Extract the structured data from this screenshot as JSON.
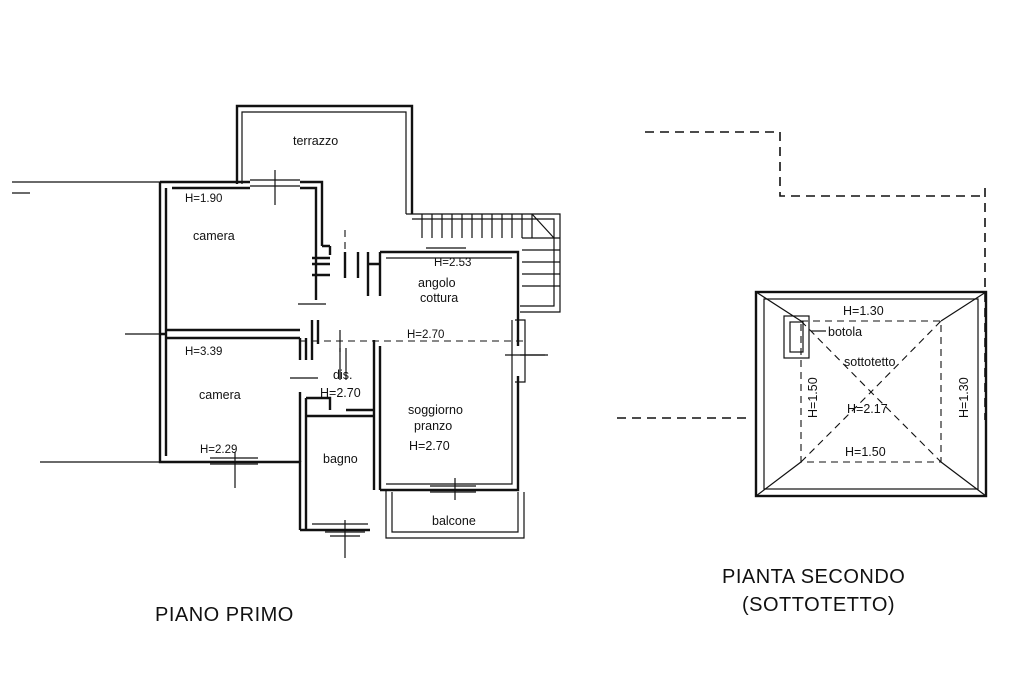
{
  "plan_left": {
    "title": "PIANO PRIMO",
    "rooms": {
      "terrazzo": "terrazzo",
      "camera_top": "camera",
      "camera_bottom": "camera",
      "angolo": "angolo",
      "cottura": "cottura",
      "dis": "dis.",
      "soggiorno": "soggiorno",
      "pranzo": "pranzo",
      "bagno": "bagno",
      "balcone": "balcone"
    },
    "heights": {
      "h_camera_top": "H=1.90",
      "h_angolo": "H=2.53",
      "h_central": "H=2.70",
      "h_camera_bottom": "H=3.39",
      "h_dis": "H=2.70",
      "h_soggiorno": "H=2.70",
      "h_bottom": "H=2.29"
    }
  },
  "plan_right": {
    "title_line1": "PIANTA SECONDO",
    "title_line2": "(SOTTOTETTO)",
    "labels": {
      "h_top": "H=1.30",
      "botola": "botola",
      "sottotetto": "sottotetto",
      "h_left": "H=1.50",
      "h_center": "H=2.17",
      "h_right": "H=1.30",
      "h_bottom": "H=1.50"
    }
  }
}
